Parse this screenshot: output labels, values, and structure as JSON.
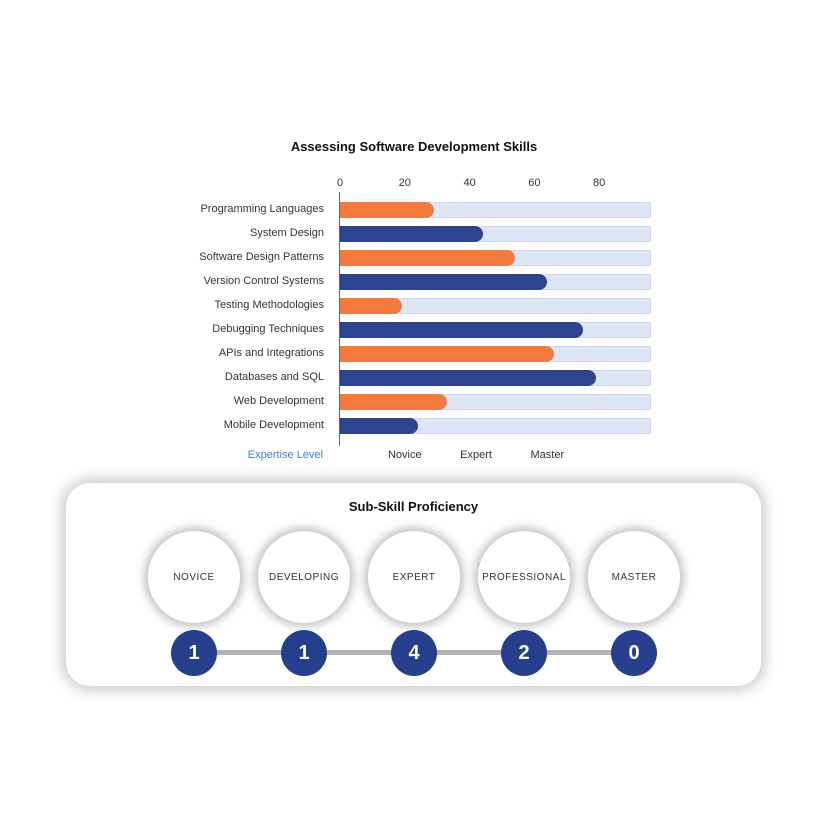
{
  "chart_data": {
    "type": "bar",
    "orientation": "horizontal",
    "title": "Assessing Software Development Skills",
    "xlim": [
      0,
      96
    ],
    "xticks": [
      0,
      20,
      40,
      60,
      80
    ],
    "categories": [
      "Programming Languages",
      "System Design",
      "Software Design Patterns",
      "Version Control Systems",
      "Testing Methodologies",
      "Debugging Techniques",
      "APIs and Integrations",
      "Databases and SQL",
      "Web Development",
      "Mobile Development"
    ],
    "values": [
      29,
      44,
      54,
      64,
      19,
      75,
      66,
      79,
      33,
      24
    ],
    "bar_colors": [
      "#f47a3b",
      "#2e4490",
      "#f47a3b",
      "#2e4490",
      "#f47a3b",
      "#2e4490",
      "#f47a3b",
      "#2e4490",
      "#f47a3b",
      "#2e4490"
    ],
    "track_color": "#dce6f7",
    "level_axis_title": "Expertise Level",
    "level_labels": [
      {
        "text": "Novice",
        "value": 20
      },
      {
        "text": "Expert",
        "value": 42
      },
      {
        "text": "Master",
        "value": 64
      }
    ]
  },
  "subskill": {
    "title": "Sub-Skill Proficiency",
    "levels": [
      {
        "name": "NOVICE",
        "count": "1"
      },
      {
        "name": "DEVELOPING",
        "count": "1"
      },
      {
        "name": "EXPERT",
        "count": "4"
      },
      {
        "name": "PROFESSIONAL",
        "count": "2"
      },
      {
        "name": "MASTER",
        "count": "0"
      }
    ],
    "badge_color": "#263f8c"
  }
}
